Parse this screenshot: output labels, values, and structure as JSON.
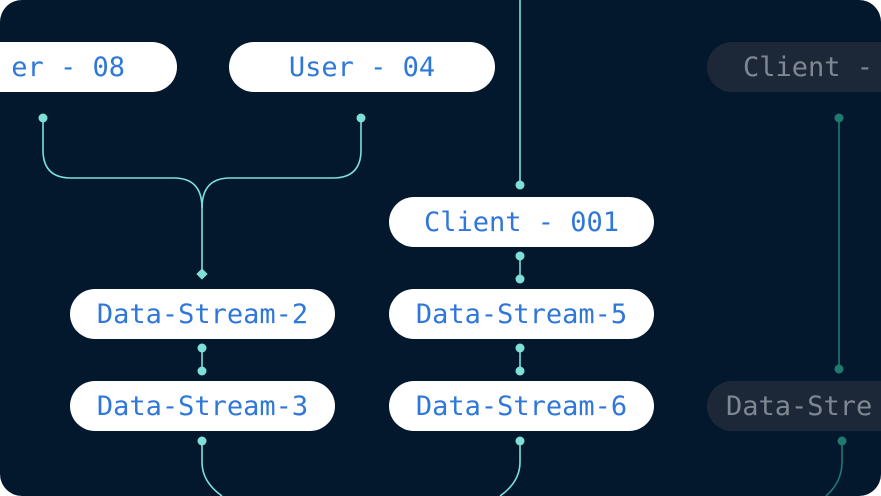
{
  "diagram": {
    "nodes": {
      "user_08": "er - 08",
      "user_04": "User - 04",
      "client_right": "Client -",
      "client_001": "Client - 001",
      "ds2": "Data-Stream-2",
      "ds3": "Data-Stream-3",
      "ds5": "Data-Stream-5",
      "ds6": "Data-Stream-6",
      "ds_right": "Data-Stre"
    }
  },
  "colors": {
    "background": "#03172d",
    "node_fill": "#ffffff",
    "node_text": "#2f77d8",
    "faded_node_fill": "#1c2838",
    "faded_node_text": "#7f8792",
    "connector": "#7ee0d6",
    "faded_connector": "#1e7a6e"
  }
}
